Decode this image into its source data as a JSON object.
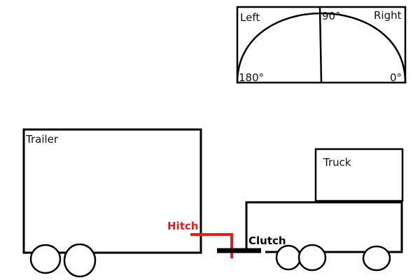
{
  "gauge": {
    "left_label": "Left",
    "right_label": "Right",
    "top_angle_label": "90°",
    "left_angle_label": "180°",
    "right_angle_label": "0°"
  },
  "trailer": {
    "label": "Trailer"
  },
  "truck": {
    "cab_label": "Truck"
  },
  "hitch": {
    "label": "Hitch",
    "color": "#e02020"
  },
  "clutch": {
    "label": "Clutch",
    "color": "#000000"
  }
}
